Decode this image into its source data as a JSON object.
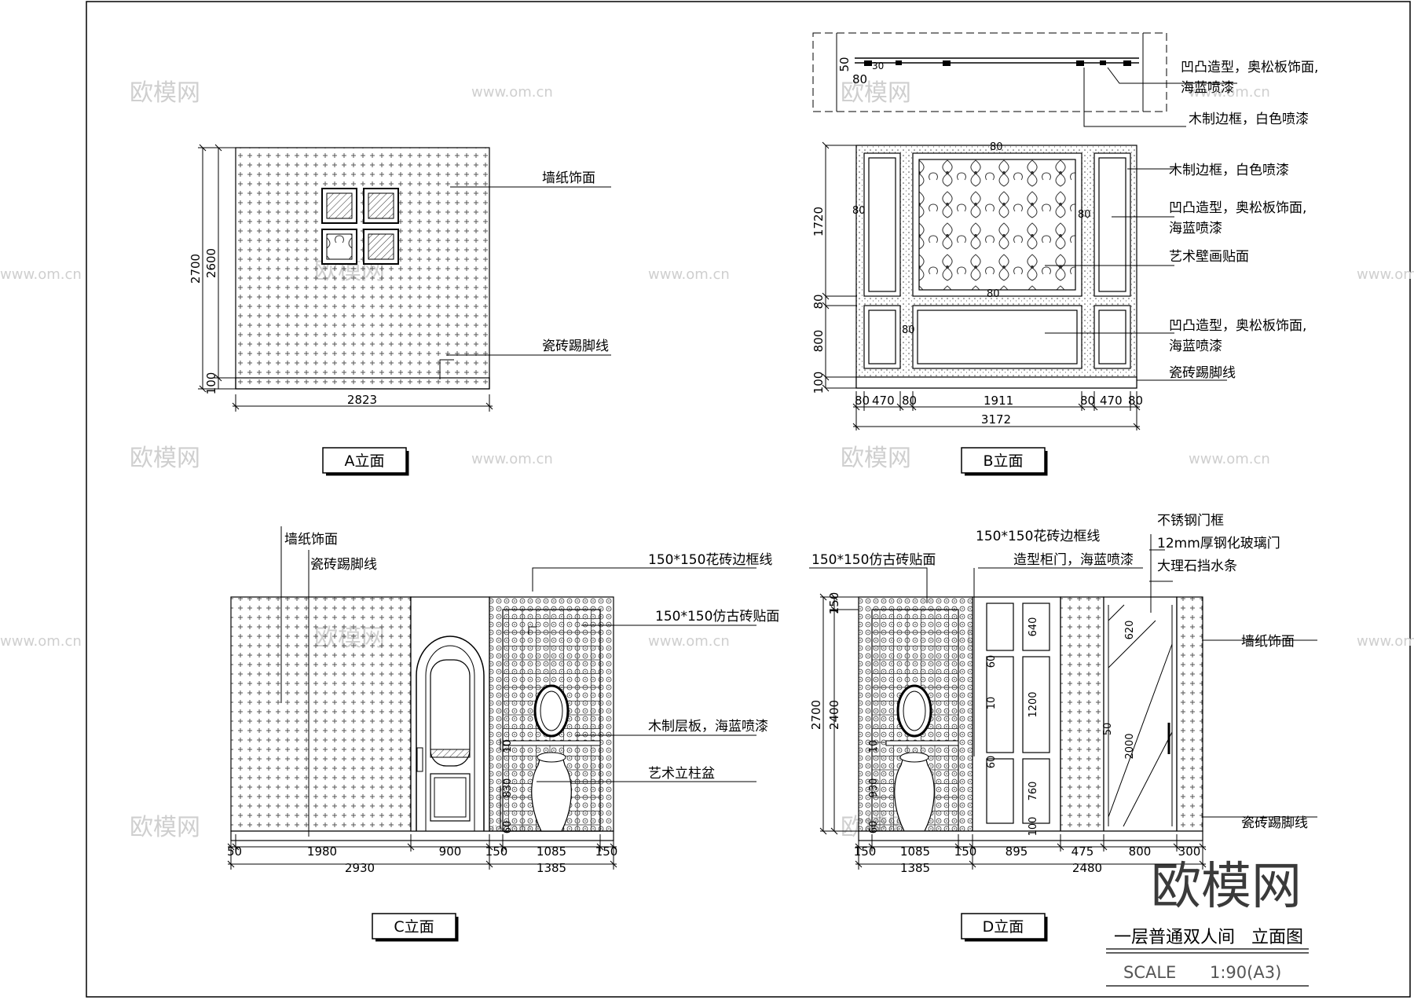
{
  "watermark": {
    "brand": "欧模网",
    "url": "www.om.cn"
  },
  "colors": {
    "line": "#000000",
    "watermark": "#d0d0d0",
    "background": "#ffffff"
  },
  "elevation_a": {
    "label": "A立面",
    "dims": {
      "h_total": "2700",
      "h_wall": "2600",
      "h_base": "100",
      "width": "2823"
    },
    "notes": {
      "wallpaper": "墙纸饰面",
      "skirting": "瓷砖踢脚线"
    }
  },
  "elevation_b": {
    "label": "B立面",
    "plan_dims": {
      "d50": "50",
      "d30": "30",
      "d80": "80"
    },
    "dims": {
      "h1720": "1720",
      "h80": "80",
      "h800": "800",
      "h100": "100",
      "w_segments": [
        "80",
        "470",
        "80",
        "1911",
        "80",
        "470",
        "80"
      ],
      "total": "3172",
      "inner80": "80"
    },
    "notes": {
      "plan_panel_1": "凹凸造型，奥松板饰面,",
      "plan_panel_2": "海蓝喷漆",
      "plan_frame": "木制边框，白色喷漆",
      "frame": "木制边框，白色喷漆",
      "panel_top_1": "凹凸造型，奥松板饰面,",
      "panel_top_2": "海蓝喷漆",
      "mural": "艺术壁画贴面",
      "panel_bottom_1": "凹凸造型，奥松板饰面,",
      "panel_bottom_2": "海蓝喷漆",
      "skirting": "瓷砖踢脚线"
    }
  },
  "elevation_c": {
    "label": "C立面",
    "dims": {
      "w_segments": [
        "50",
        "1980",
        "900",
        "150",
        "1085",
        "150"
      ],
      "total_left": "2930",
      "total_right": "1385",
      "v_10": "10",
      "v_830": "830",
      "v_60": "60"
    },
    "notes": {
      "wallpaper": "墙纸饰面",
      "skirting": "瓷砖踢脚线",
      "border_tile": "150*150花砖边框线",
      "antique_tile": "150*150仿古砖贴面",
      "shelf": "木制层板，海蓝喷漆",
      "basin": "艺术立柱盆"
    }
  },
  "elevation_d": {
    "label": "D立面",
    "dims": {
      "h_total": "2700",
      "h_2400": "2400",
      "h_150": "150",
      "v_10": "10",
      "v_930": "930",
      "v_60": "60",
      "c_640": "640",
      "c_1200": "1200",
      "c_760": "760",
      "c_60a": "60",
      "c_10": "10",
      "c_60b": "60",
      "c_100": "100",
      "g_620": "620",
      "g_50": "50",
      "g_2000": "2000",
      "w_segments": [
        "150",
        "1085",
        "150",
        "895",
        "475",
        "800",
        "300"
      ],
      "total_left": "1385",
      "total_right": "2480"
    },
    "notes": {
      "antique_tile": "150*150仿古砖贴面",
      "border_tile": "150*150花砖边框线",
      "cabinet_door": "造型柜门，海蓝喷漆",
      "steel_frame": "不锈钢门框",
      "glass_door": "12mm厚钢化玻璃门",
      "marble_strip": "大理石挡水条",
      "wallpaper": "墙纸饰面",
      "skirting": "瓷砖踢脚线"
    }
  },
  "title_block": {
    "title": "一层普通双人间   立面图",
    "scale_label": "SCALE",
    "scale_value": "1:90(A3)"
  }
}
